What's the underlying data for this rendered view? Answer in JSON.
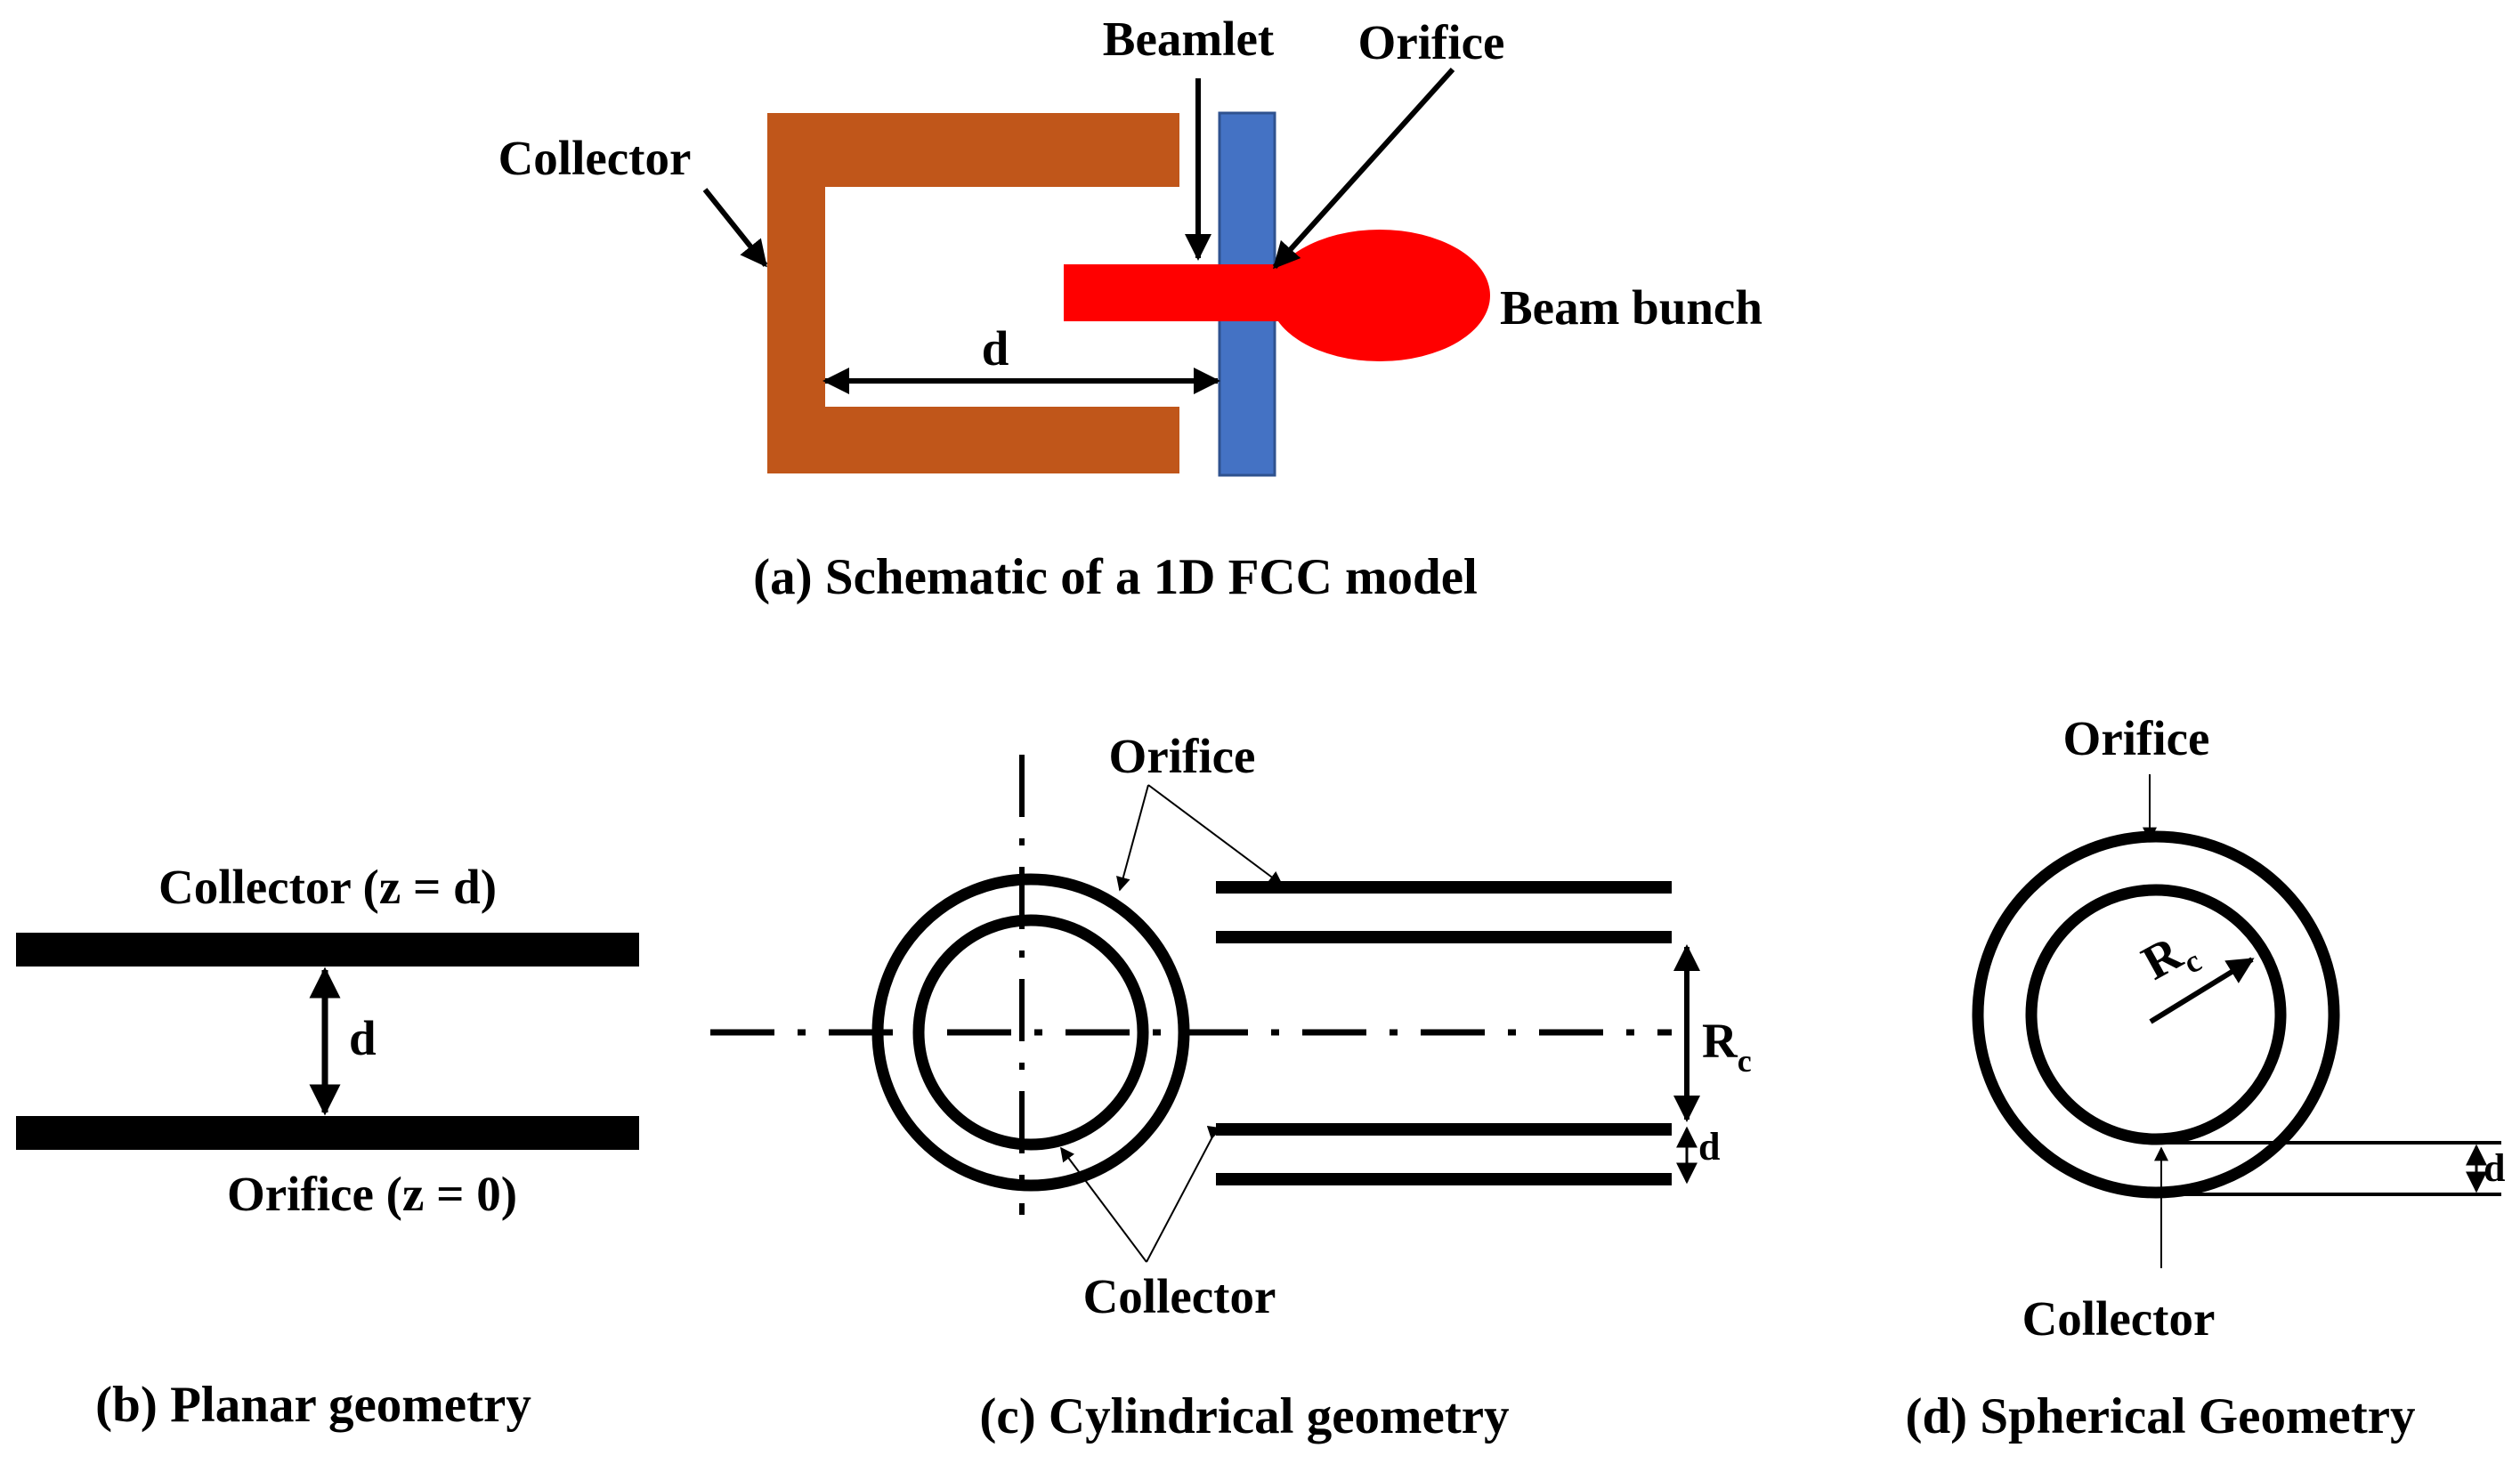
{
  "colors": {
    "collector": "#C0561A",
    "orifice_plate": "#4472C4",
    "beam": "#FF0000",
    "ink": "#000000",
    "background": "#FFFFFF"
  },
  "panel_a": {
    "label_beamlet": "Beamlet",
    "label_orifice": "Orifice",
    "label_collector": "Collector",
    "label_beam_bunch": "Beam bunch",
    "label_d": "d",
    "caption": "(a) Schematic of a 1D FCC model"
  },
  "panel_b": {
    "label_collector": "Collector (z = d)",
    "label_orifice": "Orifice (z = 0)",
    "label_d": "d",
    "caption": "(b) Planar geometry"
  },
  "panel_c": {
    "label_orifice": "Orifice",
    "label_collector": "Collector",
    "label_rc_main": "R",
    "label_rc_sub": "c",
    "label_d": "d",
    "caption": "(c) Cylindrical geometry"
  },
  "panel_d": {
    "label_orifice": "Orifice",
    "label_collector": "Collector",
    "label_rc_main": "R",
    "label_rc_sub": "c",
    "label_d": "d",
    "caption": "(d) Spherical Geometry"
  }
}
